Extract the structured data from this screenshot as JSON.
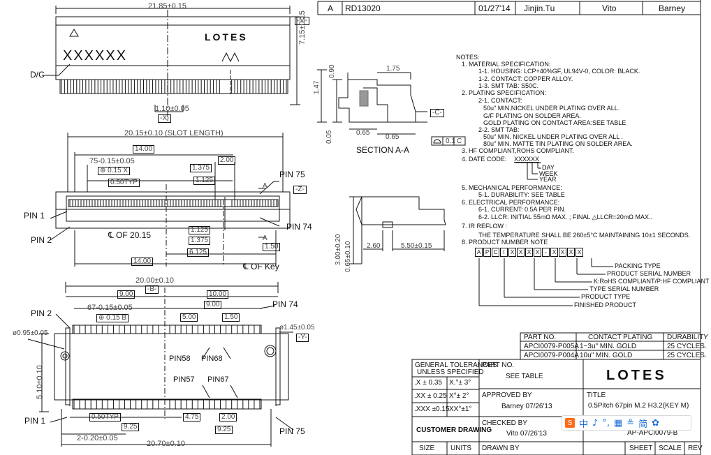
{
  "revision": {
    "letter": "A",
    "ecn": "RD13020",
    "date": "01/27'14",
    "drawn": "Jinjin.Tu",
    "checked": "Vito",
    "approved": "Barney"
  },
  "top_view": {
    "width_dim": "21.85±0.15",
    "height_dim": "7.15±0.15",
    "pin_pitch_dim": "1.10±0.05",
    "ref_m": "-M-",
    "ref_x": "-X-",
    "mark": "XXXXXX",
    "dc_label": "D/C",
    "brand": "LOTES",
    "m_mark": "M"
  },
  "section": {
    "d090": "0.90",
    "d175": "1.75",
    "d147": "1.47",
    "d065a": "0.65",
    "d065b": "0.65",
    "d005": "0.05",
    "ref_c": "-C-",
    "flatness": "0.1",
    "flatness_ref": "C",
    "title": "SECTION A-A"
  },
  "front_view": {
    "slot_len": "20.15±0.10 (SLOT LENGTH)",
    "d1400": "14.00",
    "d75": "75-0.15±0.05",
    "pos": "0.15",
    "pos_ref": "X",
    "d050typ": "0.50TYP",
    "d200": "2.00",
    "d1375": "1.375",
    "d1125": "1.125",
    "d1125b": "1.125",
    "d1375b": "1.375",
    "d6125": "6.125",
    "d1400b": "14.00",
    "d150": "1.50",
    "pin75": "PIN 75",
    "pin1": "PIN 1",
    "pin2": "PIN 2",
    "pin74": "PIN 74",
    "cl_of": "℄ OF 20.15",
    "cl_key": "℄ OF Key",
    "a_top": "A",
    "a_bot": "A",
    "ref_z": "-Z-"
  },
  "bottom_view": {
    "d2000": "20.00±0.10",
    "ref_b": "-B-",
    "d900": "9.00",
    "d1000": "10.00",
    "d900b": "9.00",
    "d67": "67-0.15±0.05",
    "pos": "0.15",
    "pos_ref": "B",
    "d500": "5.00",
    "d150": "1.50",
    "pin2": "PIN 2",
    "pin74": "PIN 74",
    "hole_l": "ø0.95±0.05",
    "hole_r": "ø1.45±0.05",
    "ref_y": "-Y-",
    "d510": "5.10±0.10",
    "pin58": "PIN58",
    "pin68": "PIN68",
    "pin57": "PIN57",
    "pin67": "PIN67",
    "pin1": "PIN 1",
    "pin75": "PIN 75",
    "d050typ": "0.50TYP",
    "d925": "9.25",
    "d475": "4.75",
    "d200": "2.00",
    "d925b": "9.25",
    "d2020": "2-0.20±0.05",
    "d2070": "20.70±0.10"
  },
  "side_view": {
    "d300": "3.00±0.20",
    "d065": "0.65±0.10",
    "d260": "2.60",
    "d550": "5.50±0.15"
  },
  "notes": [
    "NOTES:",
    "1. MATERIAL SPECIFICATION:",
    "1-1. HOUSING: LCP+40%GF, UL94V-0, COLOR: BLACK.",
    "1-2. CONTACT: COPPER ALLOY.",
    "1-3. SMT TAB: S50C.",
    "2. PLATING SPECIFICATION:",
    "2-1. CONTACT:",
    "50u\" MIN.NICKEL UNDER PLATING OVER ALL.",
    "G/F PLATING ON SOLDER AREA.",
    "GOLD   PLATING ON CONTACT AREA:SEE TABLE",
    "2-2. SMT TAB:",
    "50u\" MIN. NICKEL UNDER PLATING OVER ALL .",
    "80u\" MIN. MATTE TIN PLATING ON SOLDER AREA.",
    "3. HF COMPLIANT,ROHS COMPLIANT.",
    "4. DATE CODE:",
    "5. MECHANICAL PERFORMANCE:",
    "5-1. DURABILITY: SEE TABLE",
    "6. ELECTRICAL PERFORMANCE:",
    "6-1. CURRENT: 0.5A PER PIN.",
    "6-2. LLCR: INITIAL 55mΩ MAX. ; FINAL △LLCR=20mΩ MAX..",
    "7. IR REFLOW :",
    "THE TEMPERATURE SHALL BE 260±5°C MAINTAINING 10±1 SECONDS.",
    "8. PRODUCT NUMBER NOTE"
  ],
  "date_code": {
    "code": "XXXXXX",
    "day": "DAY",
    "week": "WEEK",
    "year": "YEAR"
  },
  "pn_boxes": [
    "A",
    "P",
    "C",
    "I",
    "X",
    "X",
    "X",
    "X",
    "-",
    "X",
    "X",
    "X",
    "X"
  ],
  "pn_legend": [
    "PACKING TYPE",
    "PRODUCT SERIAL NUMBER",
    "K:RoHS COMPLIANT/P:HF COMPLIANT",
    "TYPE SERIAL NUMBER",
    "PRODUCT TYPE",
    "FINISHED PRODUCT"
  ],
  "part_table": {
    "headers": [
      "PART NO.",
      "CONTACT PLATING",
      "DURABILITY"
    ],
    "rows": [
      [
        "APCI0079-P005A",
        "1~3u\" MIN. GOLD",
        "25 CYCLES."
      ],
      [
        "APCI0079-P004A",
        "10u\" MIN. GOLD",
        "25 CYCLES."
      ]
    ]
  },
  "title_block": {
    "tol_title1": "GENERAL TOLERANCES",
    "tol_title2": "UNLESS SPECIFIED",
    "tol": [
      [
        ".X ± 0.35",
        "X.°± 3°"
      ],
      [
        ".XX ± 0.25",
        "X°± 2°"
      ],
      [
        ".XXX ±0.15",
        "XX°±1°"
      ]
    ],
    "part_no_label": "PART NO.",
    "part_no": "SEE TABLE",
    "brand": "LOTES",
    "approved_label": "APPROVED BY",
    "approved": "Barney  07/26'13",
    "title_label": "TITLE",
    "title": "0.5Pitch 67pin M.2 H3.2(KEY M)",
    "customer": "CUSTOMER DRAWING",
    "checked_label": "CHECKED BY",
    "checked": "Vito  07/26'13",
    "drawing_no": "AP-APCI0079-B",
    "size": "SIZE",
    "units": "UNITS",
    "drawn_label": "DRAWN BY",
    "sheet": "SHEET",
    "scale": "SCALE",
    "rev": "REV"
  },
  "ime_bar": {
    "items": [
      "中",
      "♪",
      "°,",
      "▦",
      "≗",
      "简",
      "✿"
    ]
  }
}
